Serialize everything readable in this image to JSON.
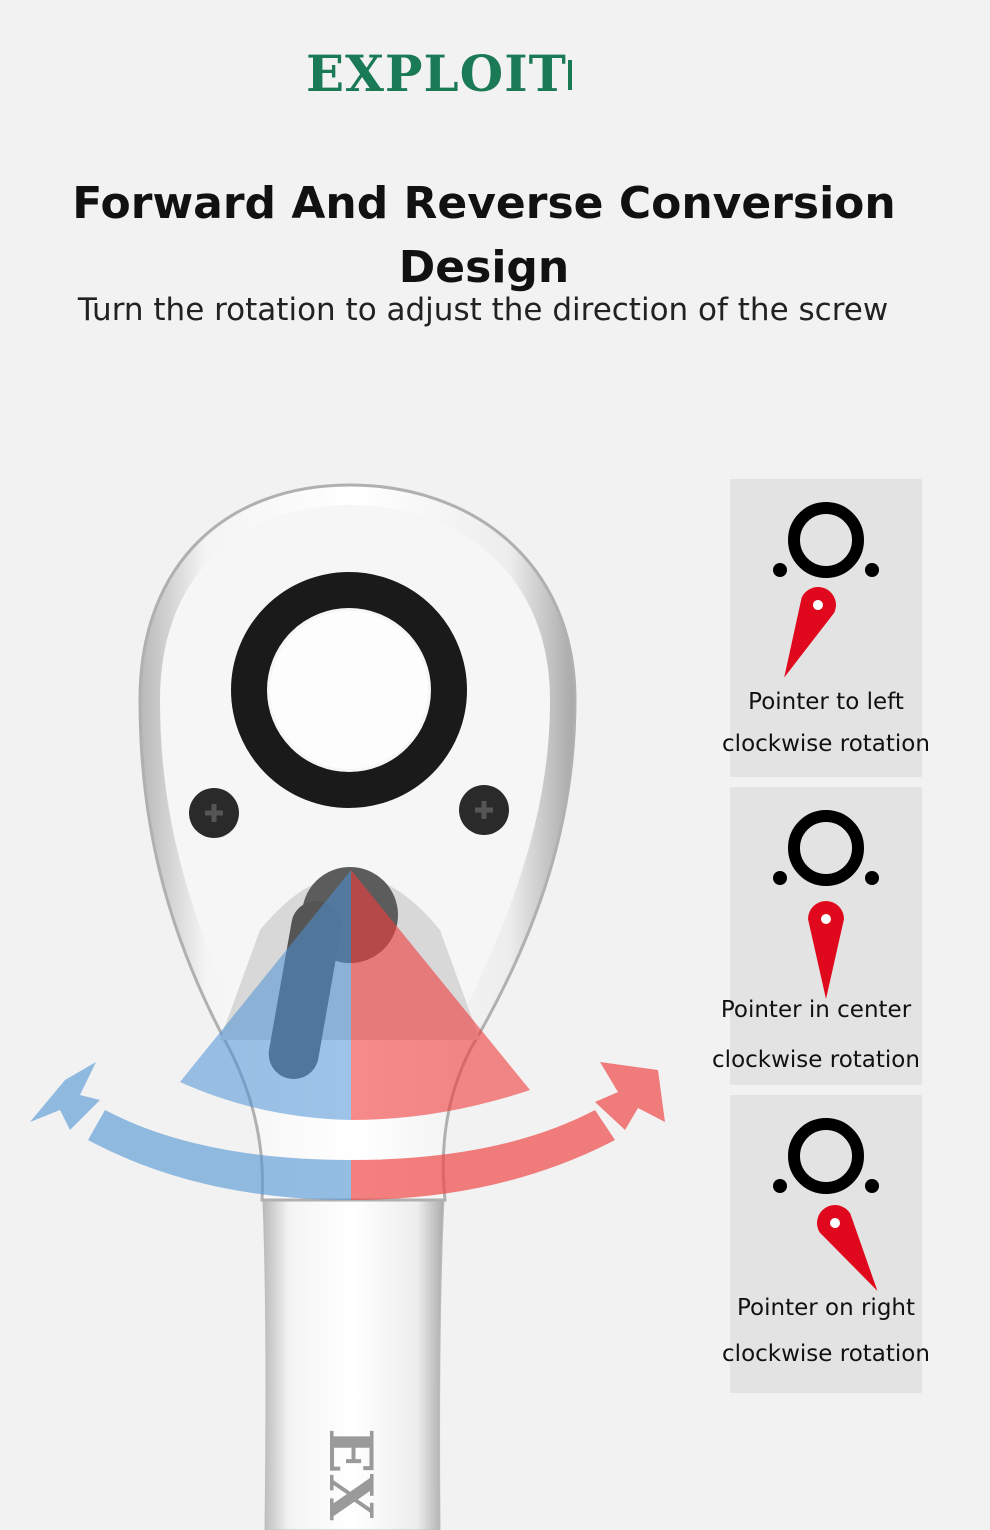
{
  "brand": {
    "logo_text": "EXPLOIT",
    "color": "#1a7a55"
  },
  "header": {
    "title": "Forward And Reverse Conversion Design",
    "subtitle": "Turn the rotation to adjust the direction of the screw"
  },
  "wrench": {
    "handle_text": "EX"
  },
  "panels": [
    {
      "line1": "Pointer to left",
      "line2": "clockwise rotation",
      "pointer": "left"
    },
    {
      "line1": "Pointer in center",
      "line2": "clockwise rotation",
      "pointer": "center"
    },
    {
      "line1": "Pointer on right",
      "line2": "clockwise rotation",
      "pointer": "right"
    }
  ],
  "colors": {
    "pointer": "#e0081c",
    "blue_arrow": "#7fb2e0",
    "red_arrow": "#f26a6a"
  }
}
